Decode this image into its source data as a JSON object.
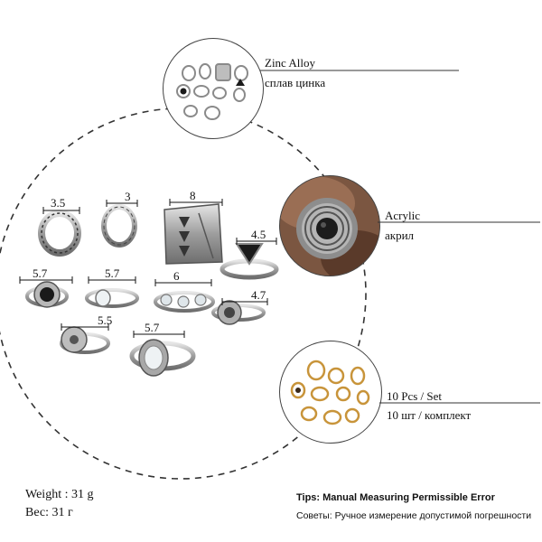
{
  "callouts": [
    {
      "id": "zinc",
      "line1": "Zinc Alloy",
      "line2": "сплав цинка"
    },
    {
      "id": "acrylic",
      "line1": "Acrylic",
      "line2": "акрил"
    },
    {
      "id": "pcs",
      "line1": "10 Pcs / Set",
      "line2": "10 шт / комплект"
    }
  ],
  "sizes": [
    "3.5",
    "3",
    "8",
    "4.5",
    "5.7",
    "5.7",
    "6",
    "4.7",
    "5.5",
    "5.7"
  ],
  "weight": {
    "en": "Weight : 31 g",
    "ru": "Вес: 31 г"
  },
  "tips": {
    "en": "Tips: Manual Measuring Permissible Error",
    "ru": "Советы: Ручное измерение допустимой погрешности"
  },
  "colors": {
    "silver": "#9a9a9a",
    "gold": "#c8943a",
    "stone_black": "#1a1a1a",
    "opal": "#dfe6ea",
    "line": "#333333"
  }
}
